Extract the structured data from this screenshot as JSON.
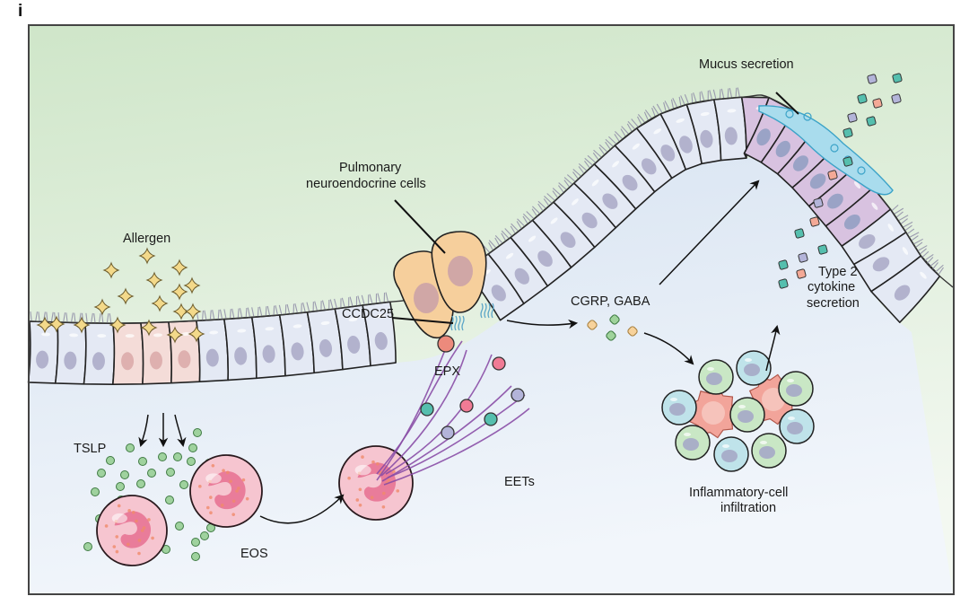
{
  "panel_letter": "i",
  "labels": {
    "allergen": "Allergen",
    "pnec_line1": "Pulmonary",
    "pnec_line2": "neuroendocrine cells",
    "ccdc25": "CCDC25",
    "epx": "EPX",
    "tslp": "TSLP",
    "eos": "EOS",
    "eets": "EETs",
    "cgrp_gaba": "CGRP, GABA",
    "mucus": "Mucus secretion",
    "type2_line1": "Type 2",
    "type2_line2": "cytokine",
    "type2_line3": "secretion",
    "infl_line1": "Inflammatory-cell",
    "infl_line2": "infiltration"
  },
  "colors": {
    "lumen_top": "#cfe6c9",
    "lumen_bottom": "#f3f8f1",
    "tissue_top": "#d7e3f1",
    "tissue_bottom": "#f2f6fb",
    "cell_fill": "#e4e9f4",
    "cell_nucleus": "#a9a8c6",
    "damaged_cell": "#f4dcd8",
    "pnec_fill": "#f6cf9c",
    "pnec_nucleus": "#c9a0a8",
    "goblet_fill": "#d8c2e0",
    "goblet_nucleus": "#8f9ec1",
    "mucus": "#a9dced",
    "allergen": "#f3d98a",
    "tslp": "#9fd29e",
    "eos_fill": "#f6c5d0",
    "eos_nucleus": "#e66f90",
    "net": "#8a4ea6",
    "epx_bead": "#ec8a7c",
    "cgrp_orange": "#f7d29b",
    "gaba_green": "#9fd39b",
    "lymph_green": "#c9e7c5",
    "lymph_blue": "#bfe3ea",
    "mast_red": "#f2a49a",
    "cyto_teal": "#55bfae",
    "cyto_salmon": "#f4a996",
    "cyto_purple": "#b3b4d9"
  }
}
